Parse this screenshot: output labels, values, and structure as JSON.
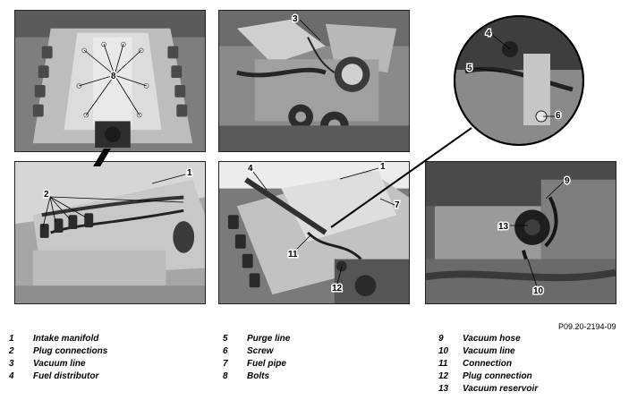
{
  "figure": {
    "reference_code": "P09.20-2194-09",
    "callouts": [
      "8",
      "3",
      "4",
      "5",
      "6",
      "1",
      "2",
      "1",
      "4",
      "7",
      "11",
      "12",
      "9",
      "13",
      "10"
    ]
  },
  "legend": {
    "column_1": [
      {
        "num": "1",
        "label": "Intake manifold"
      },
      {
        "num": "2",
        "label": "Plug connections"
      },
      {
        "num": "3",
        "label": "Vacuum line"
      },
      {
        "num": "4",
        "label": "Fuel distributor"
      }
    ],
    "column_2": [
      {
        "num": "5",
        "label": "Purge line"
      },
      {
        "num": "6",
        "label": "Screw"
      },
      {
        "num": "7",
        "label": "Fuel pipe"
      },
      {
        "num": "8",
        "label": "Bolts"
      }
    ],
    "column_3": [
      {
        "num": "9",
        "label": "Vacuum hose"
      },
      {
        "num": "10",
        "label": "Vacuum line"
      },
      {
        "num": "11",
        "label": "Connection"
      },
      {
        "num": "12",
        "label": "Plug connection"
      },
      {
        "num": "13",
        "label": "Vacuum reservoir"
      }
    ]
  },
  "colors": {
    "photo_dark": "#3c3c3c",
    "photo_mid": "#8c8c8c",
    "photo_light": "#d4d4d4",
    "leader_line": "#000000"
  }
}
